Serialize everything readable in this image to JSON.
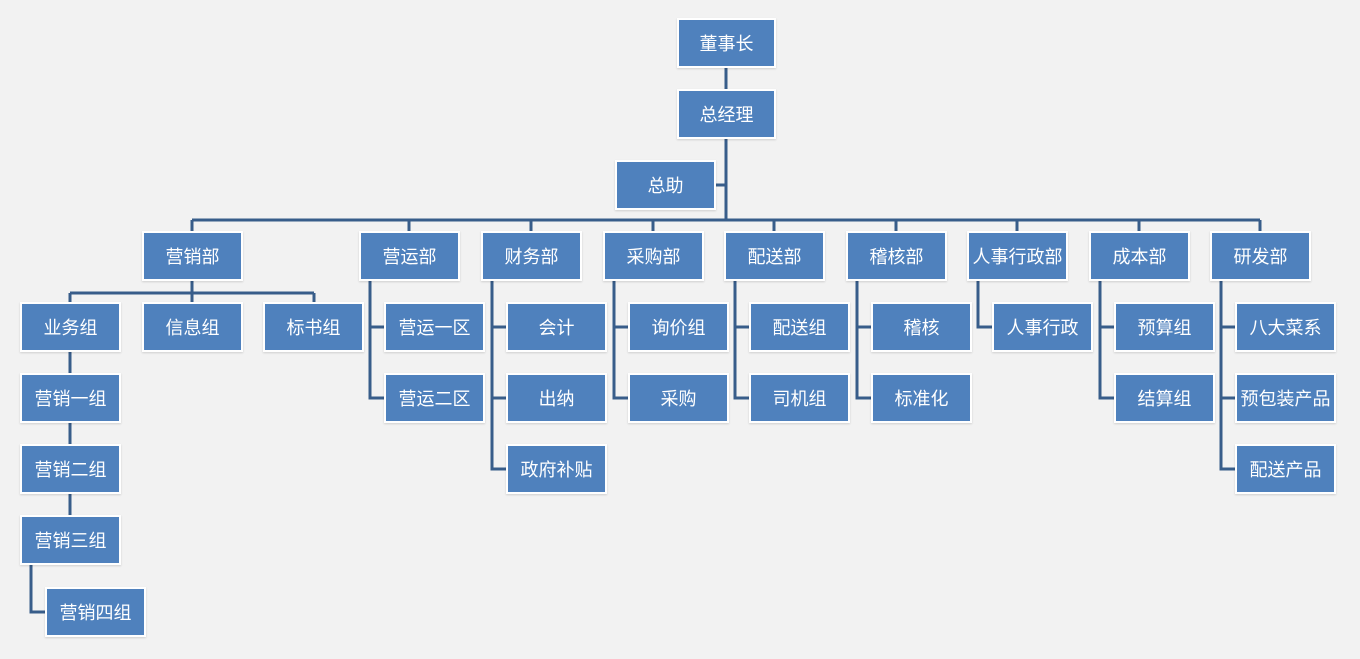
{
  "colors": {
    "box_fill": "#4f81bd",
    "box_border": "#ffffff",
    "line": "#385d8a",
    "background": "#f2f2f2"
  },
  "nodes": {
    "chairman": "董事长",
    "gm": "总经理",
    "assistant": "总助",
    "marketing": "营销部",
    "business_group": "业务组",
    "info_group": "信息组",
    "bid_group": "标书组",
    "mkt1": "营销一组",
    "mkt2": "营销二组",
    "mkt3": "营销三组",
    "mkt4": "营销四组",
    "operations": "营运部",
    "op_zone1": "营运一区",
    "op_zone2": "营运二区",
    "finance": "财务部",
    "accounting": "会计",
    "cashier": "出纳",
    "gov_subsidy": "政府补贴",
    "purchasing": "采购部",
    "inquiry_group": "询价组",
    "procurement": "采购",
    "delivery": "配送部",
    "delivery_group": "配送组",
    "driver_group": "司机组",
    "audit": "稽核部",
    "audit_item": "稽核",
    "standardization": "标准化",
    "hr_admin": "人事行政部",
    "hr_admin_item": "人事行政",
    "cost": "成本部",
    "budget_group": "预算组",
    "settlement_group": "结算组",
    "rnd": "研发部",
    "eight_cuisines": "八大菜系",
    "prepack": "预包装产品",
    "delivery_products": "配送产品"
  }
}
